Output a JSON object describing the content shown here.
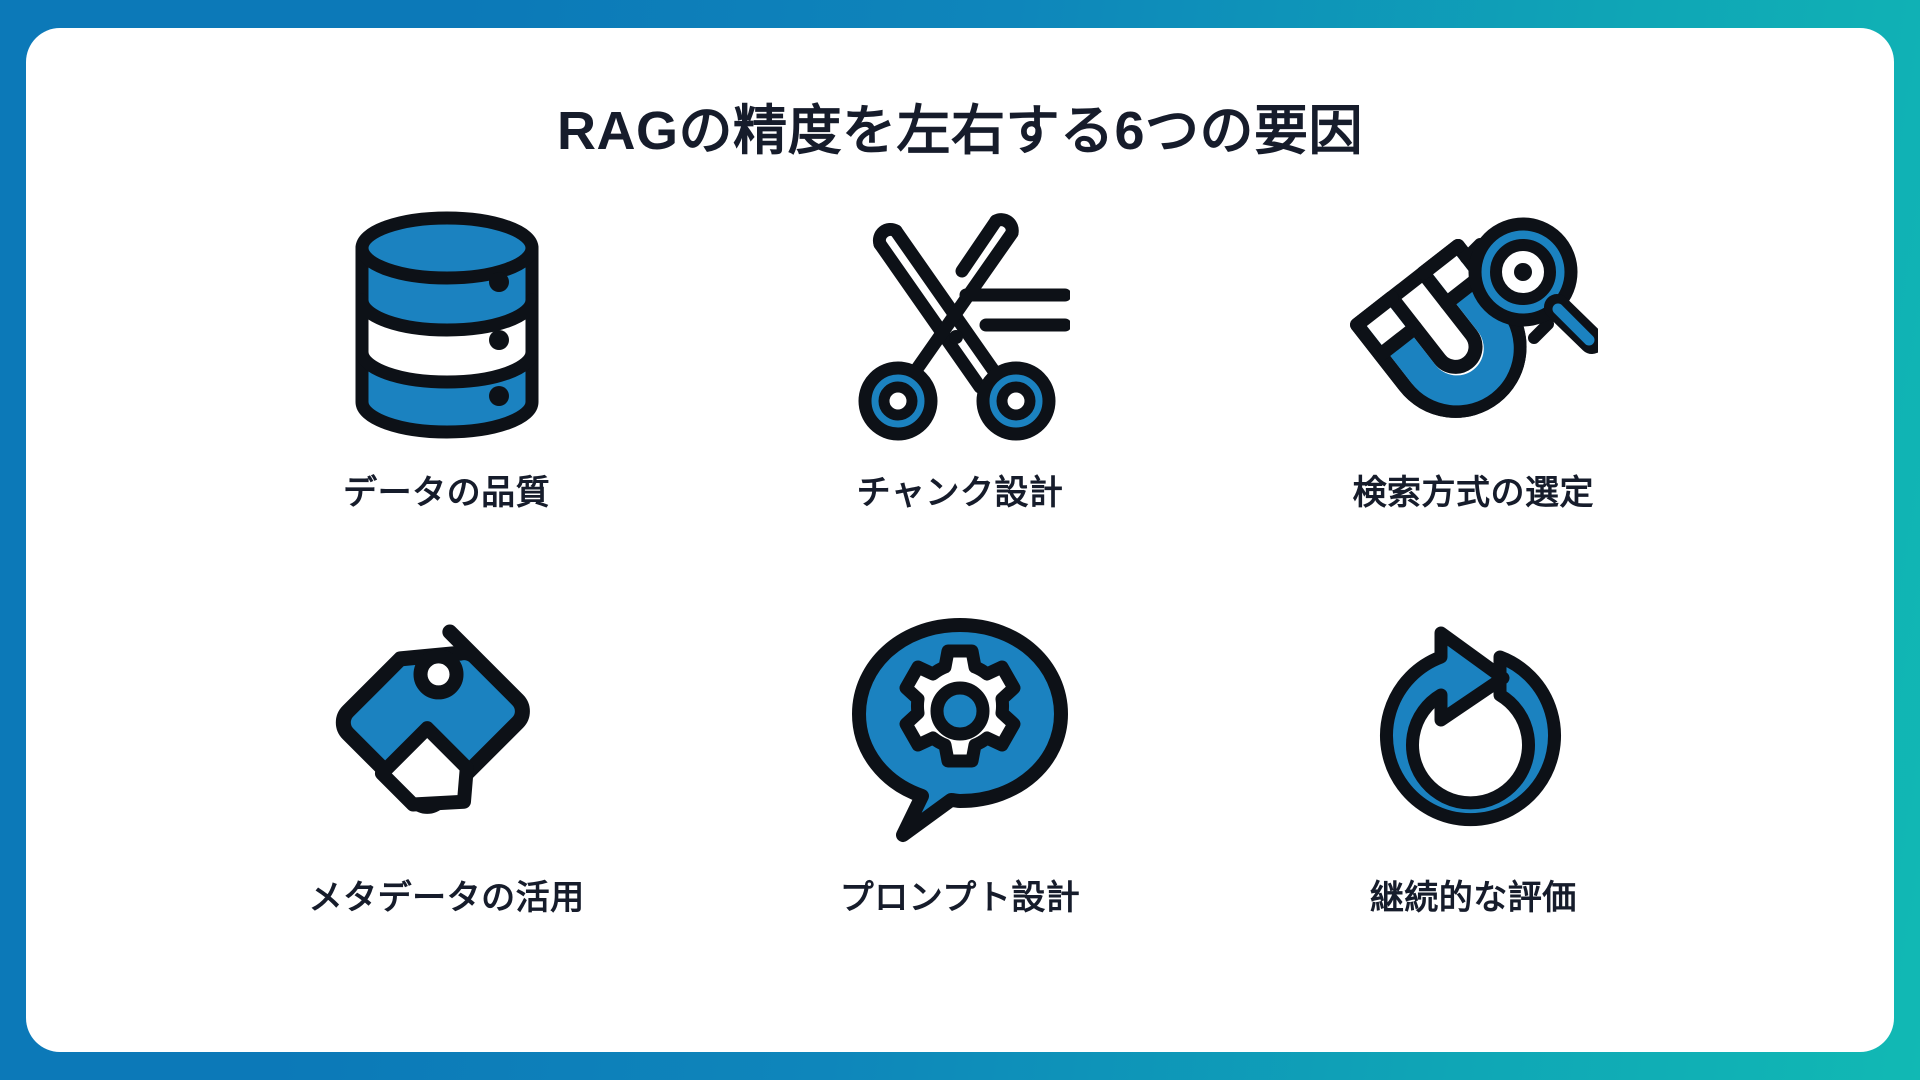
{
  "theme": {
    "background_gradient_start": "#0c79b8",
    "background_gradient_end": "#11b9b4",
    "card_background": "#ffffff",
    "text_color": "#161c2b",
    "icon_accent": "#1b82c0",
    "icon_outline": "#0d1117"
  },
  "header": {
    "title": "RAGの精度を左右する6つの要因"
  },
  "items": [
    {
      "id": "data-quality",
      "icon": "database-icon",
      "label": "データの品質"
    },
    {
      "id": "chunk-design",
      "icon": "scissors-icon",
      "label": "チャンク設計"
    },
    {
      "id": "retrieval-method",
      "icon": "magnet-search-icon",
      "label": "検索方式の選定"
    },
    {
      "id": "metadata-usage",
      "icon": "tag-icon",
      "label": "メタデータの活用"
    },
    {
      "id": "prompt-design",
      "icon": "speech-bubble-gear-icon",
      "label": "プロンプト設計"
    },
    {
      "id": "continuous-evaluation",
      "icon": "refresh-circle-icon",
      "label": "継続的な評価"
    }
  ]
}
